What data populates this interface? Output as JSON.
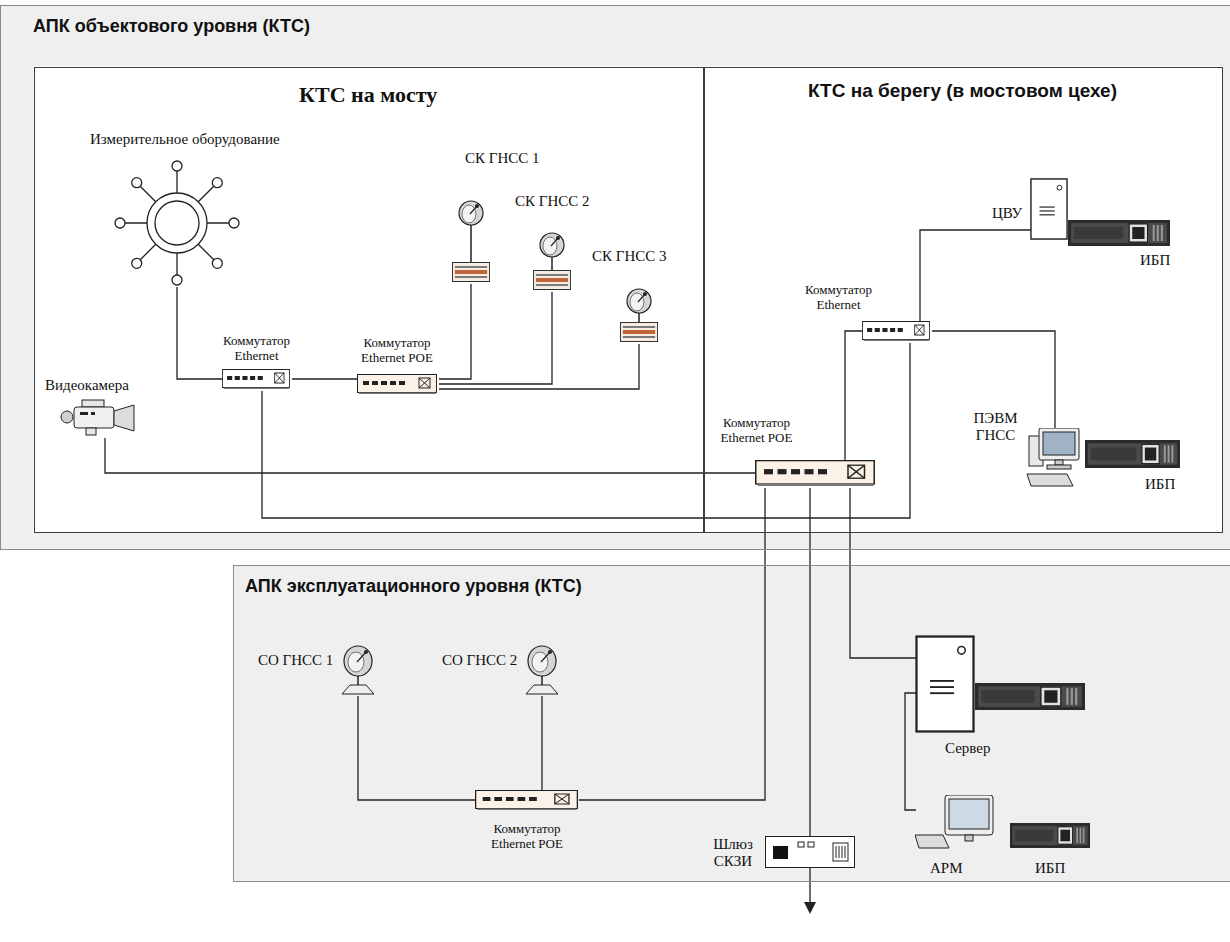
{
  "diagram": {
    "nodes": [
      {
        "text": [
          "АПК объектового уровня (КТС)"
        ]
      },
      {
        "text": [
          "КТС на мосту"
        ],
        "in": 0
      },
      {
        "text": [
          "КТС на берегу (в мостовом цехе)"
        ],
        "in": 0
      },
      {
        "text": [
          "Измерительное оборудование"
        ],
        "in": 1
      },
      {
        "text": [
          "СК ГНСС 1"
        ],
        "in": 1
      },
      {
        "text": [
          "СК ГНСС 2"
        ],
        "in": 1
      },
      {
        "text": [
          "СК ГНСС 3"
        ],
        "in": 1
      },
      {
        "text": [
          "Коммутатор Ethernet"
        ],
        "in": 1
      },
      {
        "text": [
          "Коммутатор Ethernet POE"
        ],
        "in": 1
      },
      {
        "text": [
          "Видеокамера"
        ],
        "in": 1
      },
      {
        "text": [
          "ЦВУ"
        ],
        "in": 2
      },
      {
        "text": [
          "Коммутатор Ethernet"
        ],
        "in": 2
      },
      {
        "text": [
          "Коммутатор Ethernet POE"
        ],
        "in": 2
      },
      {
        "text": [
          "ПЭВМ ГНСС"
        ],
        "in": 2
      },
      {
        "text": [
          "АПК эксплуатационного уровня (КТС)"
        ]
      },
      {
        "text": [
          "СО ГНСС 1"
        ],
        "in": 14
      },
      {
        "text": [
          "СО ГНСС 2"
        ],
        "in": 14
      },
      {
        "text": [
          "Коммутатор Ethernet POE"
        ],
        "in": 14
      },
      {
        "text": [
          "Шлюз СКЗИ"
        ],
        "in": 14
      },
      {
        "text": [
          "Сервер"
        ],
        "in": 14
      },
      {
        "text": [
          "АРМ"
        ],
        "in": 14
      }
    ],
    "edges": [
      {
        "from": 3,
        "to": 7,
        "arrow": "none"
      },
      {
        "from": 7,
        "to": 8,
        "arrow": "none"
      },
      {
        "from": 8,
        "to": 4,
        "arrow": "none"
      },
      {
        "from": 8,
        "to": 5,
        "arrow": "none"
      },
      {
        "from": 8,
        "to": 6,
        "arrow": "none"
      },
      {
        "from": 9,
        "to": 12,
        "arrow": "none"
      },
      {
        "from": 7,
        "to": 11,
        "arrow": "none"
      },
      {
        "from": 12,
        "to": 11,
        "arrow": "none"
      },
      {
        "from": 11,
        "to": 10,
        "arrow": "none"
      },
      {
        "from": 11,
        "to": 13,
        "arrow": "none"
      },
      {
        "from": 12,
        "to": 17,
        "arrow": "none"
      },
      {
        "from": 12,
        "to": 18,
        "arrow": "none"
      },
      {
        "from": 12,
        "to": 19,
        "arrow": "none"
      },
      {
        "from": 15,
        "to": 17,
        "arrow": "none"
      },
      {
        "from": 16,
        "to": 17,
        "arrow": "none"
      },
      {
        "from": 19,
        "to": 20,
        "arrow": "none"
      }
    ],
    "labels": [
      "ИБП",
      "ИБП",
      "ИБП"
    ]
  }
}
